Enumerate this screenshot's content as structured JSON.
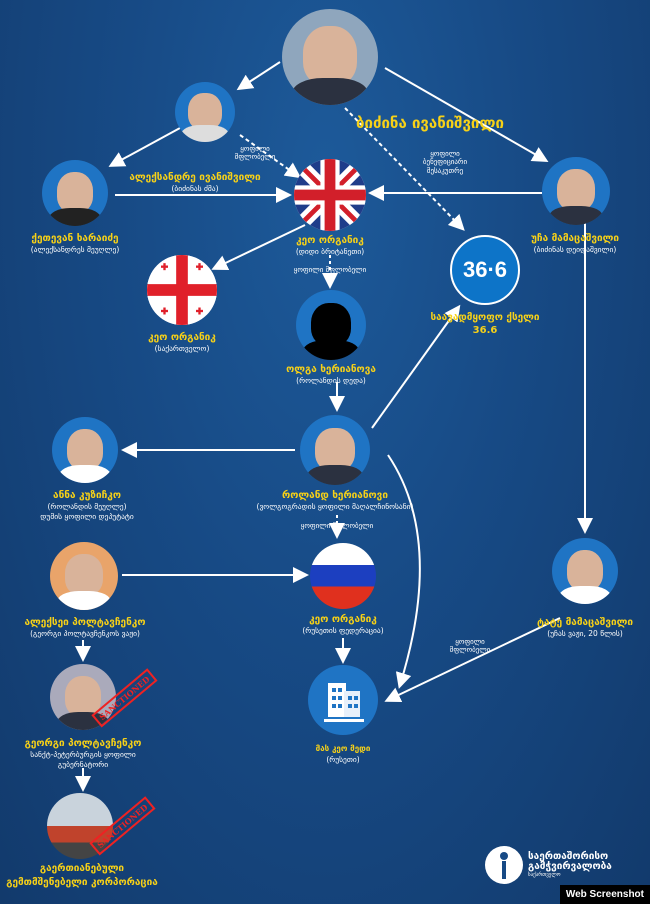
{
  "people": {
    "bidzina": {
      "name": "ბიძინა ივანიშვილი"
    },
    "aleksandre": {
      "name": "ალექსანდრე ივანიშვილი",
      "role": "(ბიძინას ძმა)"
    },
    "ketevan": {
      "name": "ქეთევან ხარაიძე",
      "role": "(ალექსანდრეს მეუღლე)"
    },
    "uk_org": {
      "name": "კეო ორგანიკ",
      "role": "(დიდი ბრიტანეთი)"
    },
    "ucha": {
      "name": "უჩა მამაცაშვილი",
      "role": "(ბიძინას დეიდაშვილი)"
    },
    "ge_org": {
      "name": "კეო ორგანიკ",
      "role": "(საქართველო)"
    },
    "olga": {
      "name": "ოლგა ხერიანოვა",
      "role": "(როლანდის დედა)"
    },
    "clinic": {
      "name": "საავადმყოფო ქსელი",
      "name2": "36.6",
      "logo": "36·6"
    },
    "anna": {
      "name": "ანნა კუზიჩკო",
      "role": "(როლანდის მეუღლე)",
      "role2": "დუმის ყოფილი დეპუტატი"
    },
    "roland": {
      "name": "როლანდ ხერიანოვი",
      "role": "(ვოლგოგრადის ყოფილი მაღალჩინოსანი)"
    },
    "aleksey": {
      "name": "ალექსეი პოლტავჩენკო",
      "role": "(გეორგი პოლტავჩენკოს ვაჟი)"
    },
    "ru_org": {
      "name": "კეო ორგანიკ",
      "role": "(რუსეთის ფედერაცია)"
    },
    "tate": {
      "name": "ტატე მამაცაშვილი",
      "role": "(უჩას ვაჟი, 20 წლის)"
    },
    "georgi": {
      "name": "გეორგი პოლტავჩენკო",
      "role": "სანქტ-პეტერბურგის ყოფილი",
      "role2": "გუბერნატორი",
      "stamp": "SANCTIONED"
    },
    "mas": {
      "name": "მას კეო მედი",
      "role": "(რუსეთი)"
    },
    "corp": {
      "name": "გაერთიანებული",
      "name2": "გემთმშენებელი კორპორაცია",
      "stamp": "SANCTIONED"
    }
  },
  "edges": {
    "former_owner": [
      "ყოფილი",
      "მფლობელი"
    ],
    "former_beneficiary": [
      "ყოფილი",
      "ბენეფიციარი",
      "მესაკუთრე"
    ],
    "former_owner_uk": "ყოფილი მფლობელი",
    "former_owner_roland": "ყოფილი მფლობელი",
    "former_owner_tate": [
      "ყოფილი",
      "მფლობელი"
    ]
  },
  "logo": {
    "line1": "საერთაშორისო",
    "line2": "გამჭვირვალობა",
    "line3": "საქართველო"
  },
  "watermark": "Web Screenshot",
  "colors": {
    "background": "#174a85",
    "name": "#f7d117",
    "circle": "#1f74c4"
  }
}
